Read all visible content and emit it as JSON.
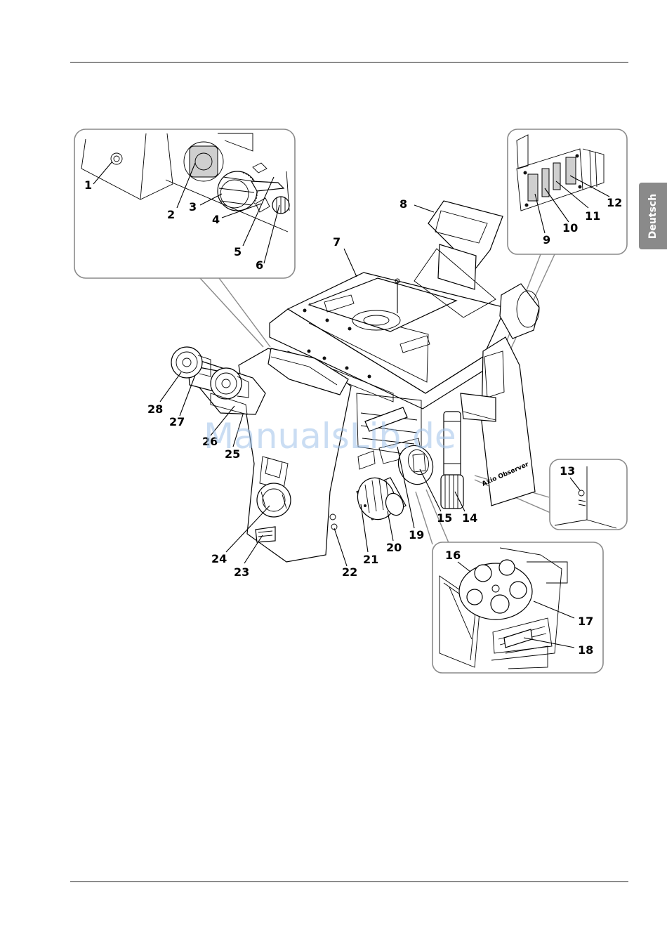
{
  "side_tab": {
    "label": "Deutsch"
  },
  "watermark": {
    "text": "ManualsLib.de"
  },
  "figure": {
    "brand_text": "Axio Observer",
    "callouts": [
      "1",
      "2",
      "3",
      "4",
      "5",
      "6",
      "7",
      "8",
      "9",
      "10",
      "11",
      "12",
      "13",
      "14",
      "15",
      "16",
      "17",
      "18",
      "19",
      "20",
      "21",
      "22",
      "23",
      "24",
      "25",
      "26",
      "27",
      "28"
    ]
  }
}
